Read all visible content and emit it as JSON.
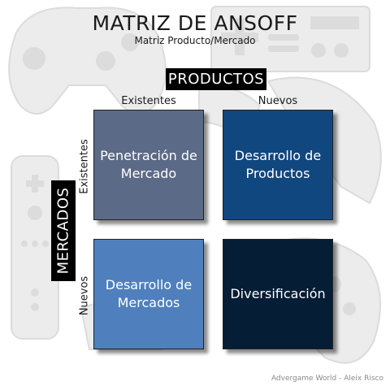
{
  "header": {
    "title": "MATRIZ DE ANSOFF",
    "subtitle": "Matriz Producto/Mercado"
  },
  "axes": {
    "productos": "PRODUCTOS",
    "mercados": "MERCADOS",
    "columns": [
      "Existentes",
      "Nuevos"
    ],
    "rows": [
      "Existentes",
      "Nuevos"
    ]
  },
  "quadrants": [
    {
      "line1": "Penetración de",
      "line2": "Mercado",
      "color": "#5b6a86"
    },
    {
      "line1": "Desarrollo de",
      "line2": "Productos",
      "color": "#11477f"
    },
    {
      "line1": "Desarrollo de",
      "line2": "Mercados",
      "color": "#4f80bd"
    },
    {
      "line1": "Diversificación",
      "line2": "",
      "color": "#061d36"
    }
  ],
  "footer": {
    "credit": "Advergame World - Aleix Risco"
  },
  "background": {
    "illustration": "game-controllers",
    "color": "#d9d9d9"
  }
}
